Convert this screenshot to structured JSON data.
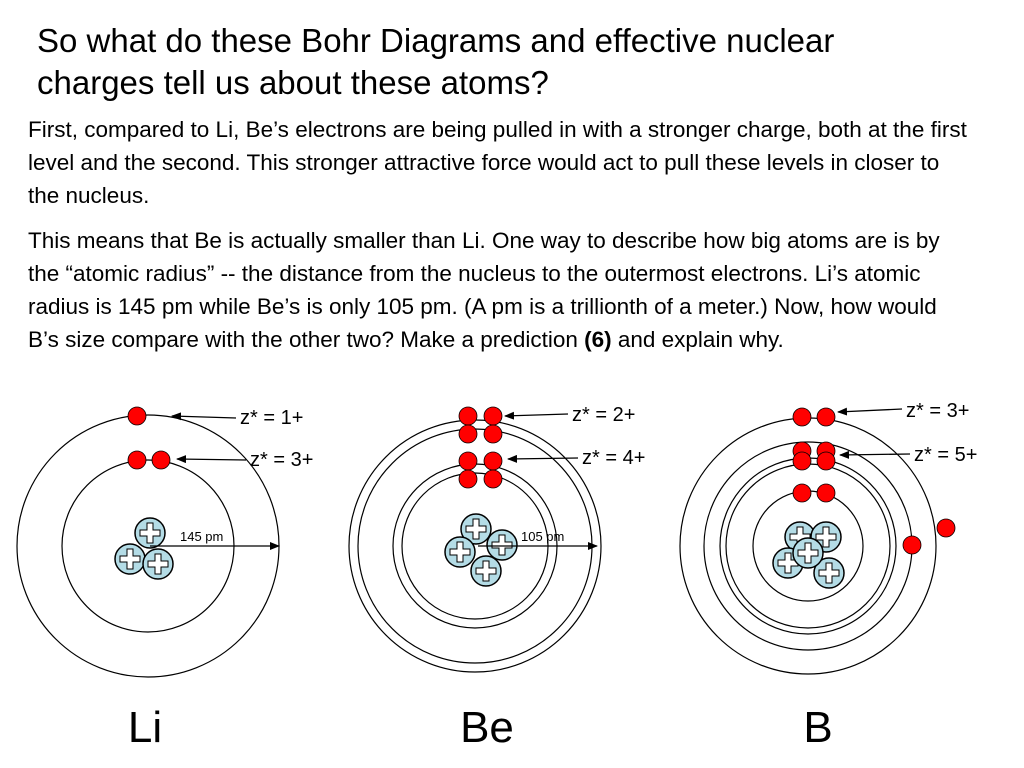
{
  "slide": {
    "title": "So what do these Bohr Diagrams and effective nuclear charges tell us about these atoms?",
    "p1": {
      "a": "First, compared to Li, Be’s electrons are being pulled in with a stronger charge, both at the first level and the second.",
      "b": "   This stronger attractive force would act to pull these levels in closer to the nucleus."
    },
    "p2": {
      "a": "This means that Be is actually smaller than Li. One way to describe how big atoms are is by the “atomic radius” -- the distance from the nucleus to the outermost electrons.",
      "b": "   Li’s atomic radius is 145 pm while Be’s is only 105 pm. (A pm is a trillionth of a meter.)",
      "c": "    Now, how would B’s size compare with the other two?  Make a prediction ",
      "bold": "(6)",
      "d": " and explain why."
    }
  },
  "atoms": {
    "li": {
      "name": "Li",
      "radius_label": "145 pm",
      "outer_zeff": "z* = 1+",
      "inner_zeff": "z* = 3+"
    },
    "be": {
      "name": "Be",
      "radius_label": "105 pm",
      "outer_zeff": "z* = 2+",
      "inner_zeff": "z* = 4+"
    },
    "b": {
      "name": "B",
      "outer_zeff": "z* = 3+",
      "inner_zeff": "z* = 5+"
    }
  },
  "colors": {
    "electron": "#ff0000",
    "proton": "#b4dce6"
  }
}
